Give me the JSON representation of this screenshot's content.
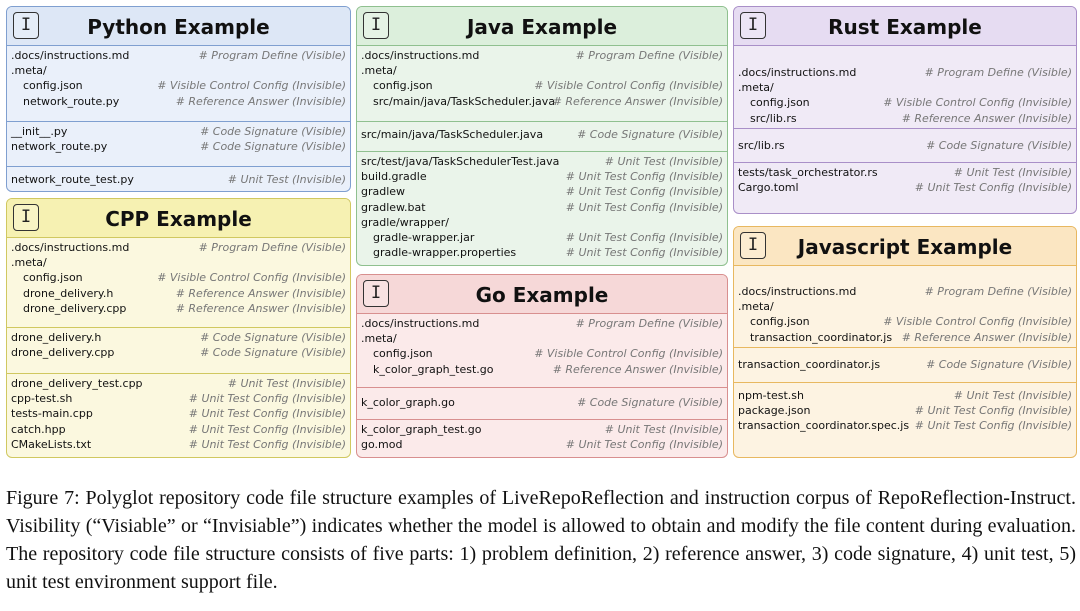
{
  "icon_glyph": "I",
  "colors": {
    "python": "#7f9fd0",
    "java": "#8fc08f",
    "rust": "#a98fc8",
    "cpp": "#d0c860",
    "go": "#d88f8f",
    "javascript": "#e8b860"
  },
  "python": {
    "title": "Python Example",
    "sections": [
      [
        {
          "file": ".docs/instructions.md",
          "comment": "# Program Define (Visible)"
        },
        {
          "file": ".meta/",
          "comment": ""
        },
        {
          "file": "config.json",
          "comment": "# Visible Control Config (Invisible)"
        },
        {
          "file": "network_route.py",
          "comment": "# Reference Answer (Invisible)"
        }
      ],
      [
        {
          "file": "__init__.py",
          "comment": "# Code Signature (Visible)"
        },
        {
          "file": "network_route.py",
          "comment": "# Code Signature (Visible)"
        }
      ],
      [
        {
          "file": "network_route_test.py",
          "comment": "# Unit Test (Invisible)"
        }
      ]
    ]
  },
  "java": {
    "title": "Java Example",
    "sections": [
      [
        {
          "file": ".docs/instructions.md",
          "comment": "# Program Define (Visible)"
        },
        {
          "file": ".meta/",
          "comment": ""
        },
        {
          "file": "config.json",
          "comment": "# Visible Control Config (Invisible)"
        },
        {
          "file": "src/main/java/TaskScheduler.java",
          "comment": "# Reference Answer (Invisible)"
        }
      ],
      [
        {
          "file": "src/main/java/TaskScheduler.java",
          "comment": "# Code Signature (Visible)"
        }
      ],
      [
        {
          "file": "src/test/java/TaskSchedulerTest.java",
          "comment": "# Unit Test (Invisible)"
        },
        {
          "file": "build.gradle",
          "comment": "# Unit Test Config (Invisible)"
        },
        {
          "file": "gradlew",
          "comment": "# Unit Test Config (Invisible)"
        },
        {
          "file": "gradlew.bat",
          "comment": "# Unit Test Config (Invisible)"
        },
        {
          "file": "gradle/wrapper/",
          "comment": ""
        },
        {
          "file": "gradle-wrapper.jar",
          "comment": "# Unit Test Config (Invisible)"
        },
        {
          "file": "gradle-wrapper.properties",
          "comment": "# Unit Test Config (Invisible)"
        }
      ]
    ]
  },
  "rust": {
    "title": "Rust Example",
    "sections": [
      [
        {
          "file": ".docs/instructions.md",
          "comment": "# Program Define (Visible)"
        },
        {
          "file": ".meta/",
          "comment": ""
        },
        {
          "file": "config.json",
          "comment": "# Visible Control Config (Invisible)"
        },
        {
          "file": "src/lib.rs",
          "comment": "# Reference Answer (Invisible)"
        }
      ],
      [
        {
          "file": "src/lib.rs",
          "comment": "# Code Signature (Visible)"
        }
      ],
      [
        {
          "file": "tests/task_orchestrator.rs",
          "comment": "# Unit Test (Invisible)"
        },
        {
          "file": "Cargo.toml",
          "comment": "# Unit Test Config (Invisible)"
        }
      ]
    ]
  },
  "cpp": {
    "title": "CPP Example",
    "sections": [
      [
        {
          "file": ".docs/instructions.md",
          "comment": "# Program Define (Visible)"
        },
        {
          "file": ".meta/",
          "comment": ""
        },
        {
          "file": "config.json",
          "comment": "# Visible Control Config (Invisible)"
        },
        {
          "file": "drone_delivery.h",
          "comment": "# Reference Answer (Invisible)"
        },
        {
          "file": "drone_delivery.cpp",
          "comment": "# Reference Answer (Invisible)"
        }
      ],
      [
        {
          "file": "drone_delivery.h",
          "comment": "# Code Signature (Visible)"
        },
        {
          "file": "drone_delivery.cpp",
          "comment": "# Code Signature (Visible)"
        }
      ],
      [
        {
          "file": "drone_delivery_test.cpp",
          "comment": "# Unit Test (Invisible)"
        },
        {
          "file": "cpp-test.sh",
          "comment": "# Unit Test Config (Invisible)"
        },
        {
          "file": "tests-main.cpp",
          "comment": "# Unit Test Config (Invisible)"
        },
        {
          "file": "catch.hpp",
          "comment": "# Unit Test Config (Invisible)"
        },
        {
          "file": "CMakeLists.txt",
          "comment": "# Unit Test Config (Invisible)"
        }
      ]
    ]
  },
  "go": {
    "title": "Go Example",
    "sections": [
      [
        {
          "file": ".docs/instructions.md",
          "comment": "# Program Define (Visible)"
        },
        {
          "file": ".meta/",
          "comment": ""
        },
        {
          "file": "config.json",
          "comment": "# Visible Control Config (Invisible)"
        },
        {
          "file": "k_color_graph_test.go",
          "comment": "# Reference Answer (Invisible)"
        }
      ],
      [
        {
          "file": "k_color_graph.go",
          "comment": "# Code Signature (Visible)"
        }
      ],
      [
        {
          "file": "k_color_graph_test.go",
          "comment": "# Unit Test (Invisible)"
        },
        {
          "file": "go.mod",
          "comment": "# Unit Test Config (Invisible)"
        }
      ]
    ]
  },
  "javascript": {
    "title": "Javascript Example",
    "sections": [
      [
        {
          "file": ".docs/instructions.md",
          "comment": "# Program Define (Visible)"
        },
        {
          "file": ".meta/",
          "comment": ""
        },
        {
          "file": "config.json",
          "comment": "# Visible Control Config (Invisible)"
        },
        {
          "file": "transaction_coordinator.js",
          "comment": "# Reference Answer (Invisible)"
        }
      ],
      [
        {
          "file": "transaction_coordinator.js",
          "comment": "# Code Signature (Visible)"
        }
      ],
      [
        {
          "file": "npm-test.sh",
          "comment": "# Unit Test (Invisible)"
        },
        {
          "file": "package.json",
          "comment": "# Unit Test Config (Invisible)"
        },
        {
          "file": "transaction_coordinator.spec.js",
          "comment": "# Unit Test Config (Invisible)"
        }
      ]
    ]
  },
  "caption": "Figure 7: Polyglot repository code file structure examples of LiveRepoReflection and instruction corpus of RepoReflection-Instruct. Visibility (“Visiable” or “Invisiable”) indicates whether the model is allowed to obtain and modify the file content during evaluation. The repository code file structure consists of five parts: 1) problem definition, 2) reference answer, 3) code signature, 4) unit test, 5) unit test environment support file."
}
